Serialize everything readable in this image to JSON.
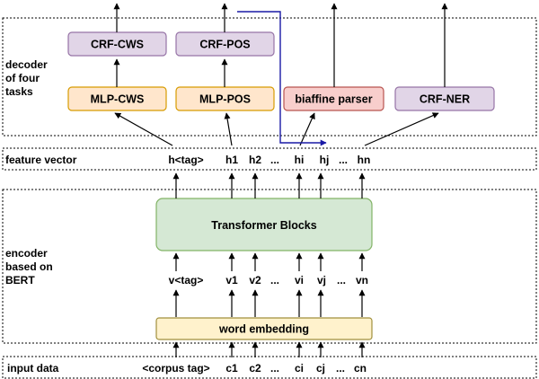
{
  "sections": {
    "decoder_label": [
      "decoder",
      "of four",
      "tasks"
    ],
    "encoder_label": [
      "encoder",
      "based on",
      "BERT"
    ],
    "feature_label": "feature vector",
    "input_label": "input data"
  },
  "boxes": {
    "crf_cws": "CRF-CWS",
    "crf_pos": "CRF-POS",
    "mlp_cws": "MLP-CWS",
    "mlp_pos": "MLP-POS",
    "biaffine": "biaffine parser",
    "crf_ner": "CRF-NER",
    "transformer": "Transformer Blocks",
    "word_embedding": "word embedding"
  },
  "feature_tokens": [
    "h<tag>",
    "h1",
    "h2",
    "...",
    "hi",
    "hj",
    "...",
    "hn"
  ],
  "encoder_tokens": [
    "v<tag>",
    "v1",
    "v2",
    "...",
    "vi",
    "vj",
    "...",
    "vn"
  ],
  "input_tokens": [
    "<corpus tag>",
    "c1",
    "c2",
    "...",
    "ci",
    "cj",
    "...",
    "cn"
  ],
  "colors": {
    "crf_fill": "#e1d5e7",
    "crf_stroke": "#9673a6",
    "mlp_fill": "#ffe6cc",
    "mlp_stroke": "#d79b00",
    "biaffine_fill": "#f8cecc",
    "biaffine_stroke": "#b85450",
    "transformer_fill": "#d5e8d4",
    "transformer_stroke": "#82b366",
    "embedding_fill": "#fff2cc",
    "embedding_stroke": "#a08f3c",
    "blue_arrow": "#1a1aa6"
  }
}
